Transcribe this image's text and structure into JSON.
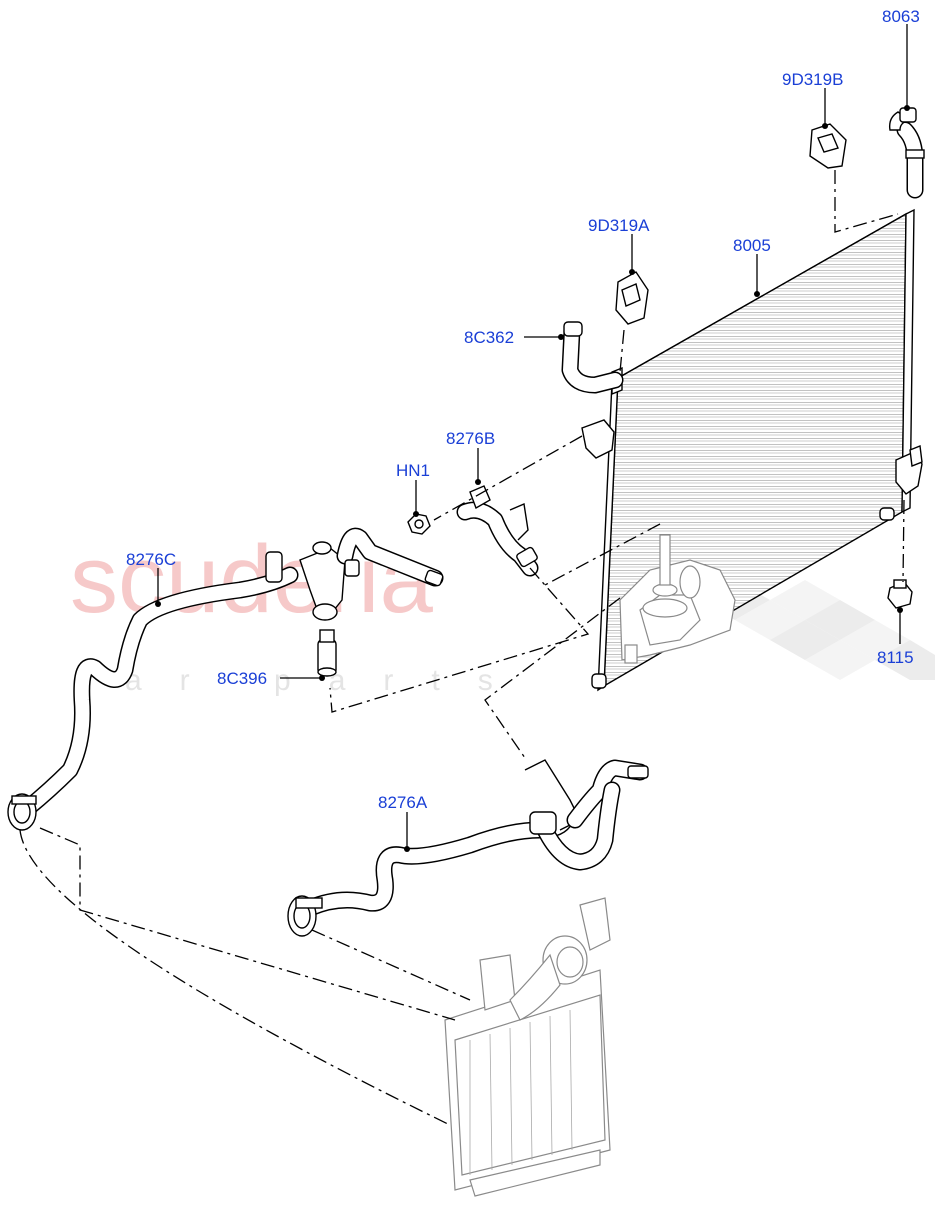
{
  "watermark": {
    "main": "scuderia",
    "sub": "car parts"
  },
  "callouts": [
    {
      "id": "8063",
      "label": "8063"
    },
    {
      "id": "9D319B",
      "label": "9D319B"
    },
    {
      "id": "9D319A",
      "label": "9D319A"
    },
    {
      "id": "8005",
      "label": "8005"
    },
    {
      "id": "8C362",
      "label": "8C362"
    },
    {
      "id": "8276B",
      "label": "8276B"
    },
    {
      "id": "HN1",
      "label": "HN1"
    },
    {
      "id": "8276C",
      "label": "8276C"
    },
    {
      "id": "8C396",
      "label": "8C396"
    },
    {
      "id": "8115",
      "label": "8115"
    },
    {
      "id": "8276A",
      "label": "8276A"
    }
  ],
  "colors": {
    "label": "#1a3fd6",
    "watermark": "#f6c9c9",
    "line": "#000000",
    "ghost": "#8a8a8a"
  }
}
